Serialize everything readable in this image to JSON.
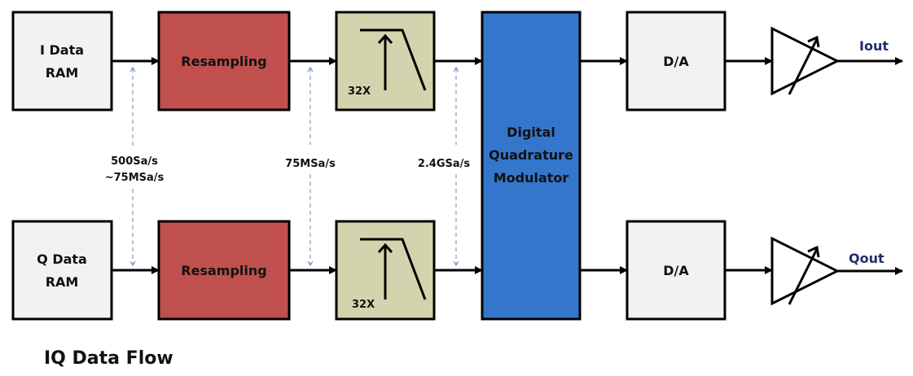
{
  "title": "IQ Data Flow",
  "colors": {
    "ram": "#F2F2F2",
    "resampling": "#C0504D",
    "filter": "#D3D4AD",
    "modulator": "#3476CC",
    "dac": "#F2F2F2",
    "output_label": "#1F2F6B",
    "rate_marker": "#6A8BB5"
  },
  "blocks": {
    "i_ram": [
      "I Data",
      "RAM"
    ],
    "q_ram": [
      "Q Data",
      "RAM"
    ],
    "resampling_top": "Resampling",
    "resampling_bottom": "Resampling",
    "filter_top": "32X",
    "filter_bottom": "32X",
    "modulator": [
      "Digital",
      "Quadrature",
      "Modulator"
    ],
    "dac_top": "D/A",
    "dac_bottom": "D/A"
  },
  "rates": {
    "ram_to_resampling": [
      "500Sa/s",
      "~75MSa/s"
    ],
    "resampling_to_filter": "75MSa/s",
    "filter_to_modulator": "2.4GSa/s"
  },
  "outputs": {
    "top": "Iout",
    "bottom": "Qout"
  }
}
